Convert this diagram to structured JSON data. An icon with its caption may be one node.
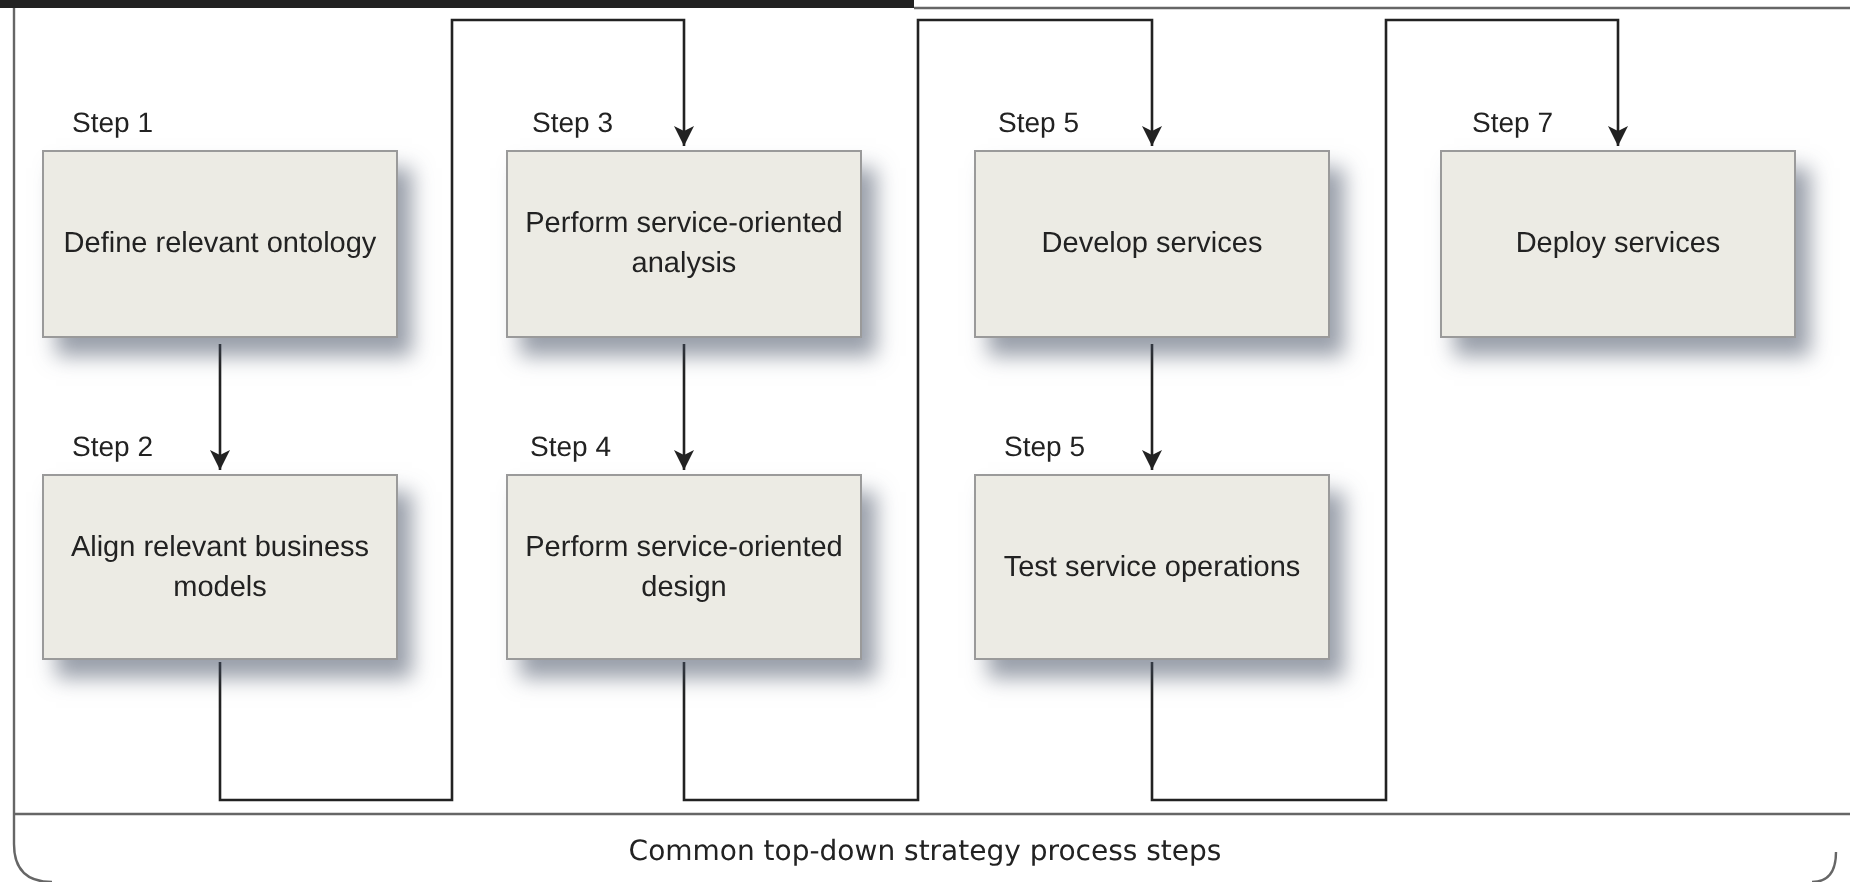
{
  "diagram": {
    "caption": "Common top-down strategy process steps",
    "nodes": [
      {
        "text": [
          "Step 1",
          "Define relevant ontology"
        ]
      },
      {
        "text": [
          "Step 2",
          "Align relevant business models"
        ]
      },
      {
        "text": [
          "Step 3",
          "Perform service-oriented analysis"
        ]
      },
      {
        "text": [
          "Step 4",
          "Perform service-oriented design"
        ]
      },
      {
        "text": [
          "Step 5",
          "Develop services"
        ]
      },
      {
        "text": [
          "Step 5",
          "Test service operations"
        ]
      },
      {
        "text": [
          "Step 7",
          "Deploy services"
        ]
      }
    ],
    "edges": [
      {
        "from": 0,
        "to": 1,
        "arrow": "to"
      },
      {
        "from": 1,
        "to": 2,
        "arrow": "to"
      },
      {
        "from": 2,
        "to": 3,
        "arrow": "to"
      },
      {
        "from": 3,
        "to": 4,
        "arrow": "to"
      },
      {
        "from": 4,
        "to": 5,
        "arrow": "to"
      },
      {
        "from": 5,
        "to": 6,
        "arrow": "to"
      }
    ]
  }
}
